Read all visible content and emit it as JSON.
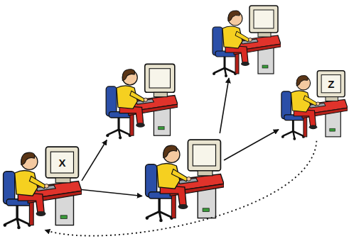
{
  "diagram": {
    "nodes": [
      {
        "text": [
          "X"
        ]
      },
      {
        "text": []
      },
      {
        "text": []
      },
      {
        "text": []
      },
      {
        "text": [
          "Z"
        ]
      }
    ],
    "edges": [
      {
        "from": 0,
        "to": 2,
        "arrow": "to"
      },
      {
        "from": 0,
        "to": 1,
        "arrow": "to"
      },
      {
        "from": 1,
        "to": 3,
        "arrow": "to"
      },
      {
        "from": 1,
        "to": 4,
        "arrow": "to"
      },
      {
        "from": 4,
        "to": 0,
        "arrow": "to"
      }
    ]
  }
}
